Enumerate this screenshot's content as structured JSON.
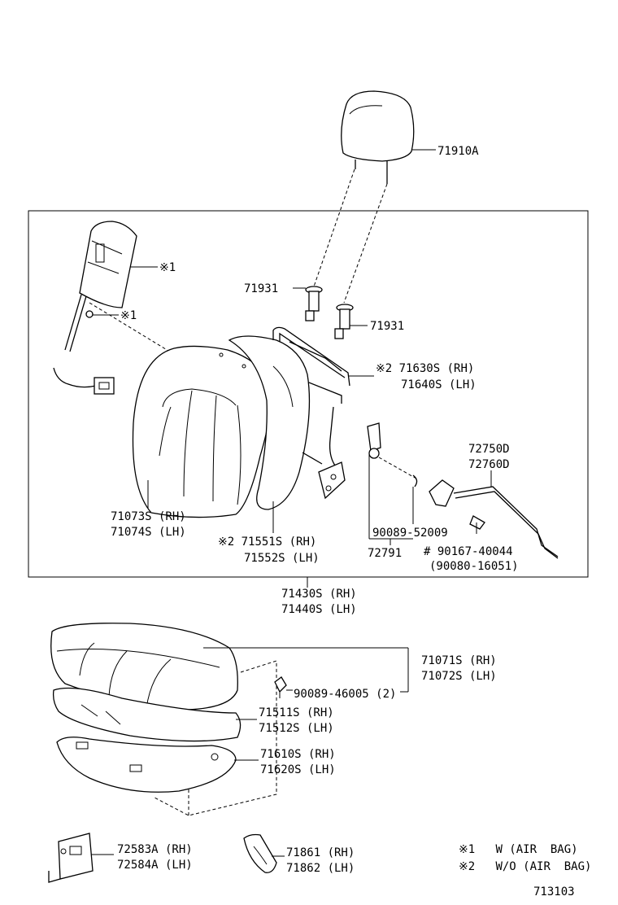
{
  "diagram": {
    "labels": {
      "headrest": "71910A",
      "airbag_unit": "※1",
      "airbag_bolt": "※1",
      "guide_upper": "71931",
      "guide_lower": "71931",
      "frame_rh": "※2  71630S (RH)",
      "frame_lh": "71640S (LH)",
      "back_cover_rh": "71073S (RH)",
      "back_cover_lh": "71074S (LH)",
      "back_pad_rh": "※2  71551S (RH)",
      "back_pad_lh": "71552S (LH)",
      "cable_a": "72750D",
      "cable_b": "72760D",
      "clip": "90089-52009",
      "knob": "72791",
      "screw_a": "# 90167-40044",
      "screw_b": "(90080-16051)",
      "back_assy_rh": "71430S (RH)",
      "back_assy_lh": "71440S (LH)",
      "cushion_cover_rh": "71071S (RH)",
      "cushion_cover_lh": "71072S (LH)",
      "cushion_clip": "90089-46005 (2)",
      "cushion_pad_rh": "71511S (RH)",
      "cushion_pad_lh": "71512S (LH)",
      "cushion_frame_rh": "71610S (RH)",
      "cushion_frame_lh": "71620S (LH)",
      "bracket_rh": "72583A (RH)",
      "bracket_lh": "72584A (LH)",
      "cover_rh": "71861 (RH)",
      "cover_lh": "71862 (LH)"
    },
    "notes": [
      "※1   W (AIR  BAG)",
      "※2   W/O (AIR  BAG)"
    ],
    "code": "713103"
  }
}
